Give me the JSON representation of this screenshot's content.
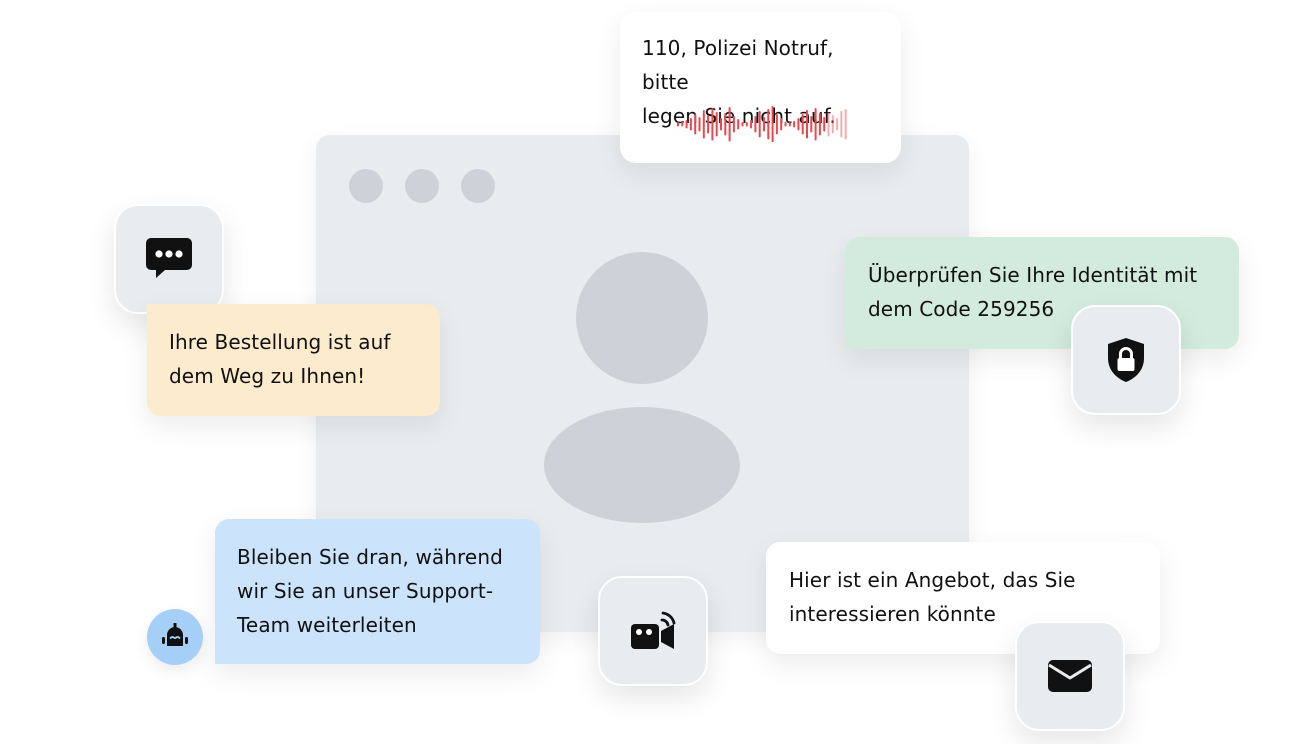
{
  "messages": {
    "police": {
      "line1": "110, Polizei Notruf, bitte",
      "line2": "legen Sie nicht auf."
    },
    "order": {
      "line1": "Ihre Bestellung ist auf",
      "line2": "dem Weg zu Ihnen!"
    },
    "verify": {
      "line1": "Überprüfen Sie Ihre Identität mit",
      "line2": "dem Code 259256"
    },
    "support": {
      "line1": "Bleiben Sie dran, während",
      "line2": "wir Sie an unser Support-",
      "line3": "Team weiterleiten"
    },
    "offer": {
      "line1": "Hier ist ein Angebot, das Sie",
      "line2": "interessieren könnte"
    }
  },
  "icons": {
    "chat": "chat-bubble-icon",
    "shield": "shield-lock-icon",
    "video": "video-call-icon",
    "mail": "envelope-icon",
    "bot": "robot-icon",
    "audio": "audio-waveform-icon"
  },
  "colors": {
    "order_bubble": "#fcebcd",
    "verify_bubble": "#d2ebdc",
    "support_bubble": "#cbe3fb",
    "bot_avatar": "#a6cff8",
    "waveform": "#e8484c",
    "placeholder": "#cdd2d8"
  }
}
